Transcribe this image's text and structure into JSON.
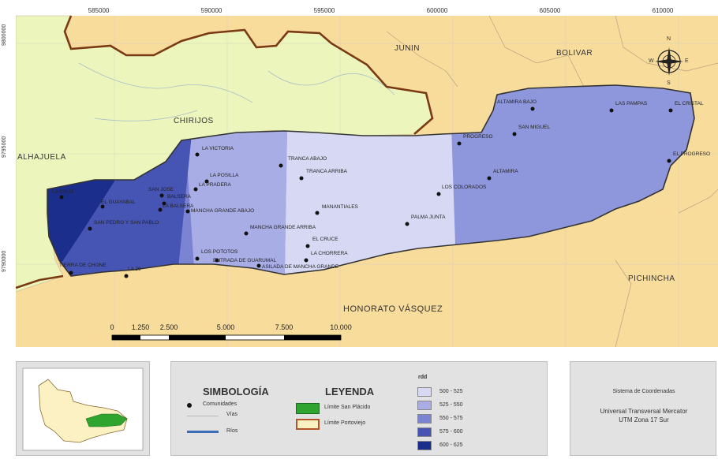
{
  "grid": {
    "top_ticks": [
      "585000",
      "590000",
      "595000",
      "600000",
      "605000",
      "610000"
    ],
    "left_ticks": [
      "9800000",
      "9795000",
      "9790000"
    ]
  },
  "regions": {
    "junin": "JUNIN",
    "bolivar": "BOLIVAR",
    "chirijos": "CHIRIJOS",
    "alhajuela": "ALHAJUELA",
    "pichincha": "PICHINCHA",
    "honorato": "HONORATO VÁSQUEZ"
  },
  "communities": [
    "LA VICTORIA",
    "TRANCA ABAJO",
    "TRANCA ARRIBA",
    "LA POSILLA",
    "LA PRADERA",
    "SAN JOSE",
    "BALSERA",
    "LA BALSERA",
    "MANCHA GRANDE ABAJO",
    "MANCHA GRANDE ARRIBA",
    "MANANTIALES",
    "EL CRUCE",
    "LA CHORRERA",
    "LOS POTOTOS",
    "ENTRADA DE GUARUMAL",
    "ASILADA DE MANCHA GRANDE",
    "LOS COLORADOS",
    "PALMA JUNTA",
    "ALTAMIRA",
    "SAN MIGUEL",
    "EL PROGRESO",
    "LAS PAMPAS",
    "EL CRISTAL",
    "ALTAMIRA BAJO",
    "PROGRESO",
    "LA 29",
    "TIERRA DE CHONE",
    "SAN PEDRO Y SAN PABLO",
    "LA CRUZ",
    "EL GUAYABAL"
  ],
  "scale": {
    "ticks": [
      "0",
      "1.250",
      "2.500",
      "5.000",
      "7.500",
      "10.000"
    ]
  },
  "compass": {
    "n": "N",
    "s": "S",
    "e": "E",
    "w": "W"
  },
  "legend": {
    "simbologia_title": "SIMBOLOGÍA",
    "comunidades": "Comunidades",
    "vias": "Vías",
    "rios": "Ríos",
    "leyenda_title": "LEYENDA",
    "limite_san_placido": "Límite San Plácido",
    "limite_portoviejo": "Límite Portoviejo",
    "class_title": "rdd",
    "classes": [
      {
        "label": "500 - 525",
        "color": "#d7d9f4"
      },
      {
        "label": "525 - 550",
        "color": "#a8ade6"
      },
      {
        "label": "550 - 575",
        "color": "#7b83d3"
      },
      {
        "label": "575 - 600",
        "color": "#4654b3"
      },
      {
        "label": "600 - 625",
        "color": "#1c2e8c"
      }
    ]
  },
  "coordinates": {
    "title": "Sistema de Coordenadas",
    "line1": "Universal Transversal Mercator",
    "line2": "UTM Zona 17 Sur"
  }
}
